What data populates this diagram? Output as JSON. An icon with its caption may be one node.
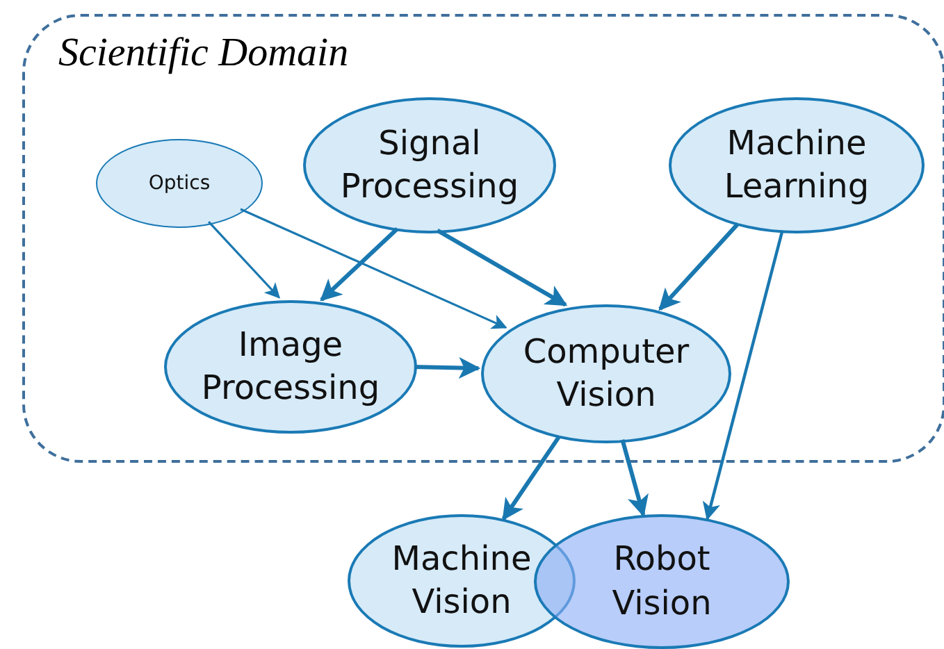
{
  "diagram": {
    "nodes": [
      {
        "text": [
          "Scientific Domain"
        ]
      },
      {
        "text": [
          "Optics"
        ],
        "in": 0
      },
      {
        "text": [
          "Signal Processing"
        ],
        "in": 0
      },
      {
        "text": [
          "Machine Learning"
        ],
        "in": 0
      },
      {
        "text": [
          "Image Processing"
        ],
        "in": 0
      },
      {
        "text": [
          "Computer Vision"
        ],
        "in": 0
      },
      {
        "text": [
          "Machine Vision"
        ]
      },
      {
        "text": [
          "Robot Vision"
        ]
      }
    ],
    "edges": [
      {
        "from": 1,
        "to": 4,
        "arrow": "to"
      },
      {
        "from": 1,
        "to": 5,
        "arrow": "to"
      },
      {
        "from": 2,
        "to": 4,
        "arrow": "to"
      },
      {
        "from": 2,
        "to": 5,
        "arrow": "to"
      },
      {
        "from": 3,
        "to": 5,
        "arrow": "to"
      },
      {
        "from": 3,
        "to": 7,
        "arrow": "to"
      },
      {
        "from": 4,
        "to": 5,
        "arrow": "to"
      },
      {
        "from": 5,
        "to": 6,
        "arrow": "to"
      },
      {
        "from": 5,
        "to": 7,
        "arrow": "to"
      }
    ]
  }
}
